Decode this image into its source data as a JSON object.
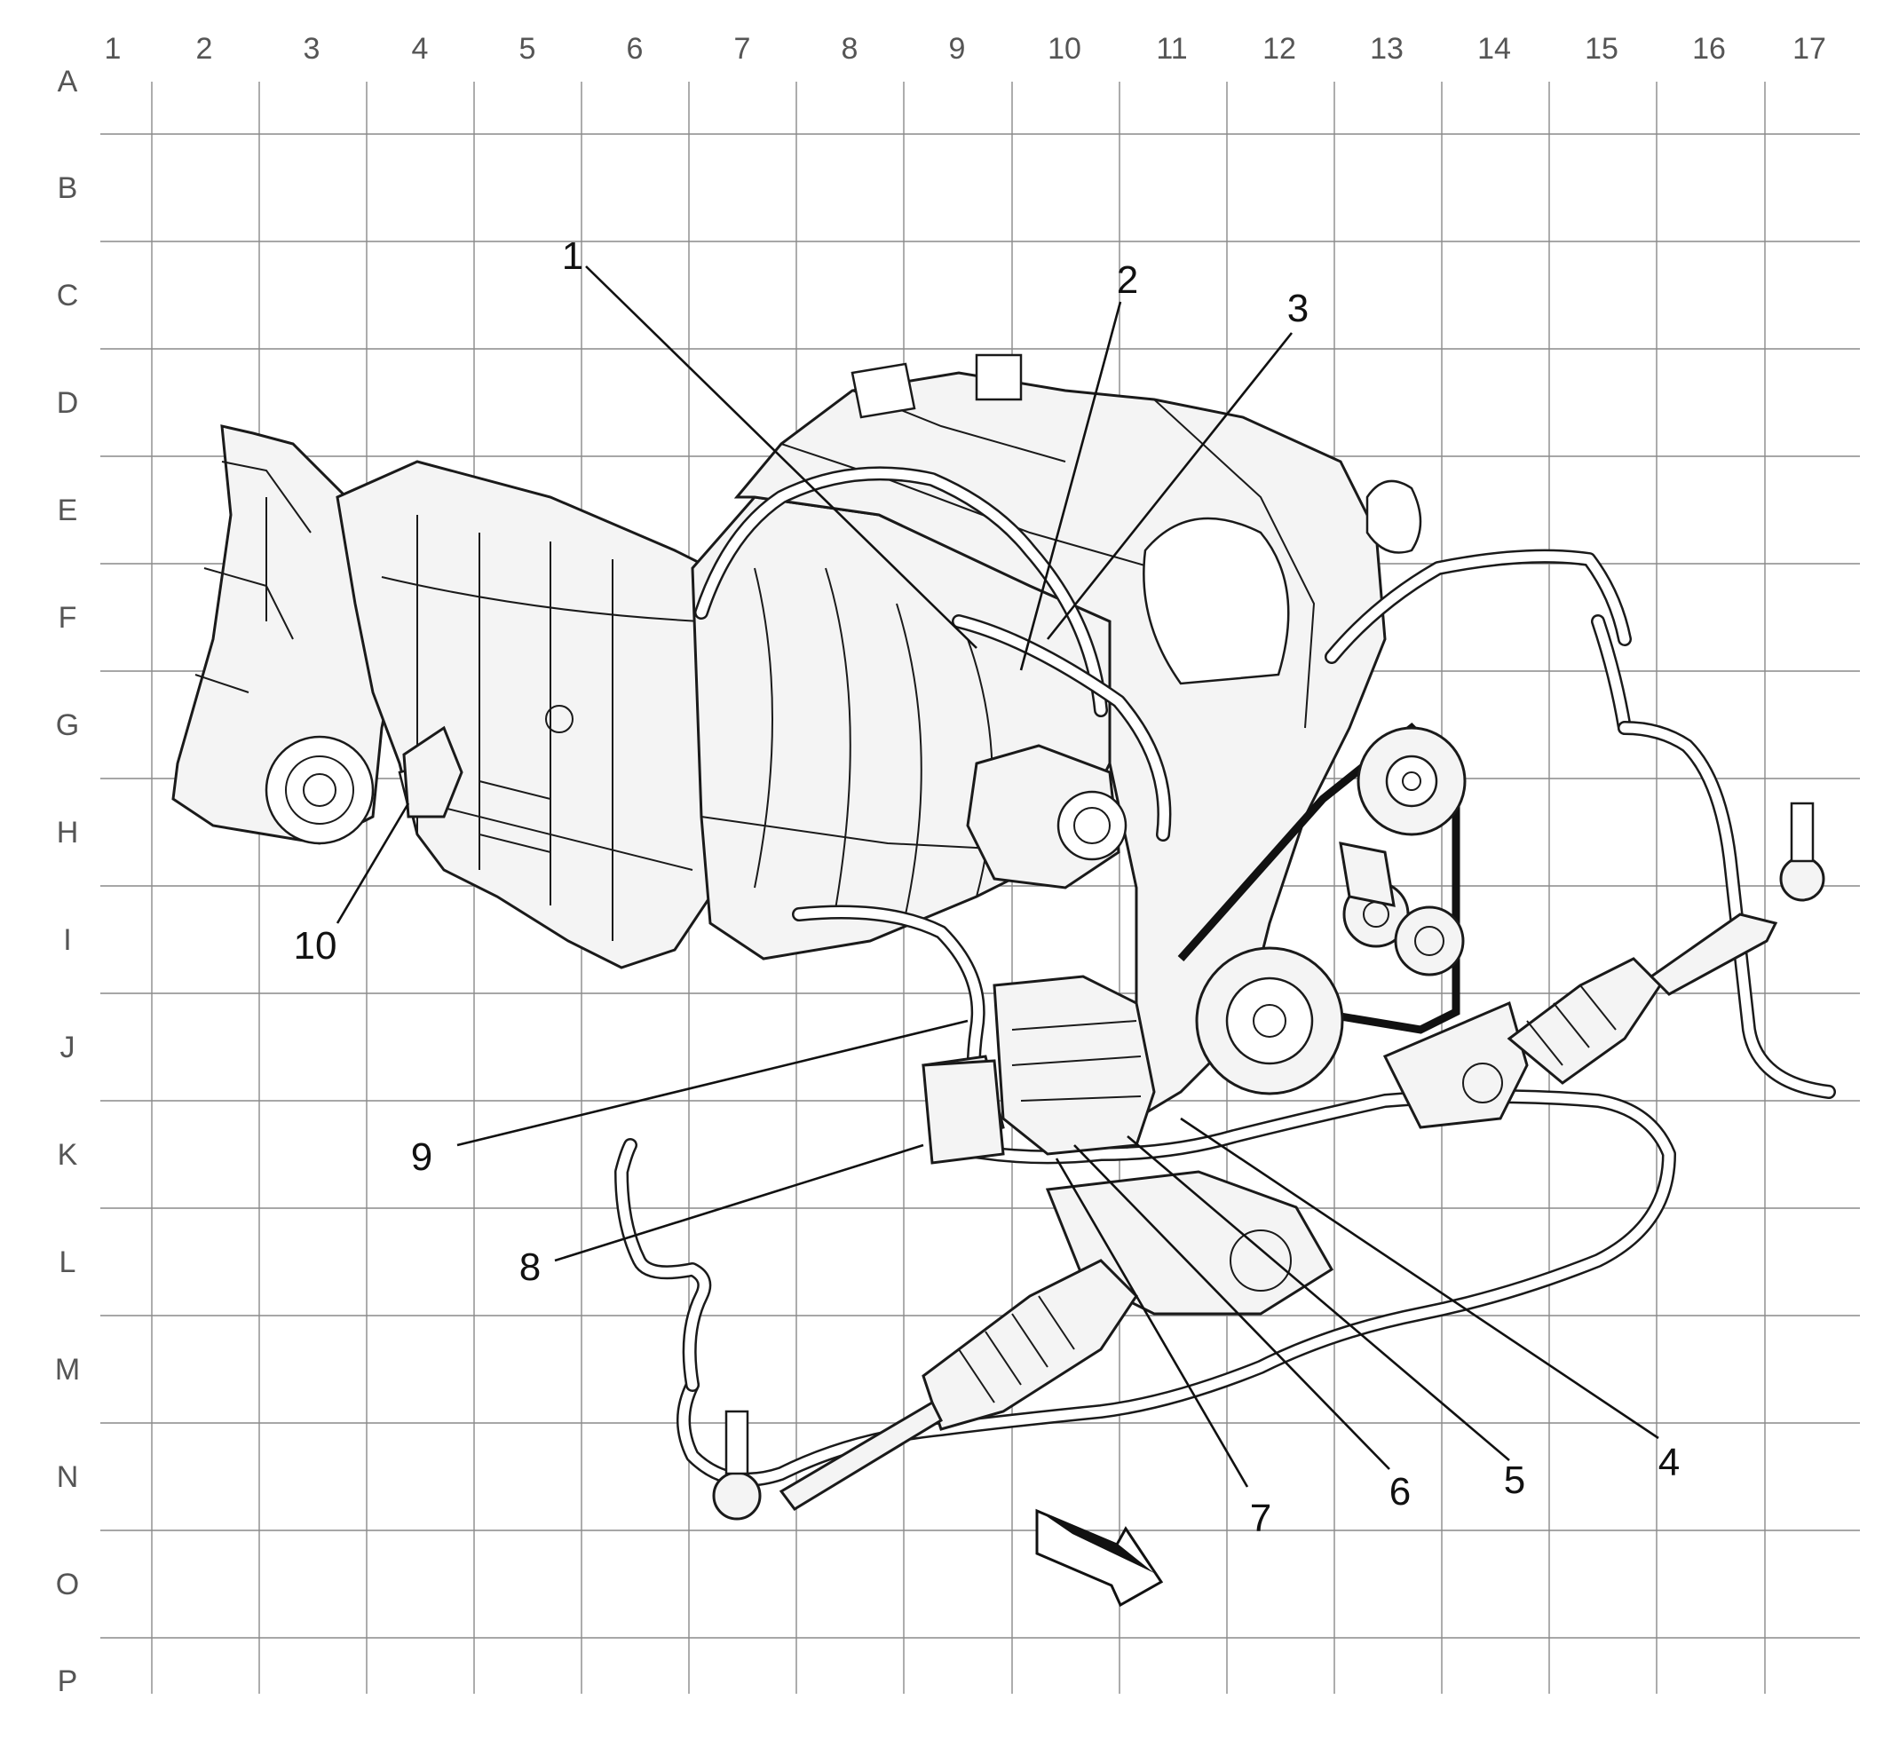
{
  "grid": {
    "columns": [
      "1",
      "2",
      "3",
      "4",
      "5",
      "6",
      "7",
      "8",
      "9",
      "10",
      "11",
      "12",
      "13",
      "14",
      "15",
      "16",
      "17"
    ],
    "rows": [
      "A",
      "B",
      "C",
      "D",
      "E",
      "F",
      "G",
      "H",
      "I",
      "J",
      "K",
      "L",
      "M",
      "N",
      "O",
      "P"
    ]
  },
  "callouts": [
    {
      "id": "1",
      "label": "1"
    },
    {
      "id": "2",
      "label": "2"
    },
    {
      "id": "3",
      "label": "3"
    },
    {
      "id": "4",
      "label": "4"
    },
    {
      "id": "5",
      "label": "5"
    },
    {
      "id": "6",
      "label": "6"
    },
    {
      "id": "7",
      "label": "7"
    },
    {
      "id": "8",
      "label": "8"
    },
    {
      "id": "9",
      "label": "9"
    },
    {
      "id": "10",
      "label": "10"
    }
  ]
}
